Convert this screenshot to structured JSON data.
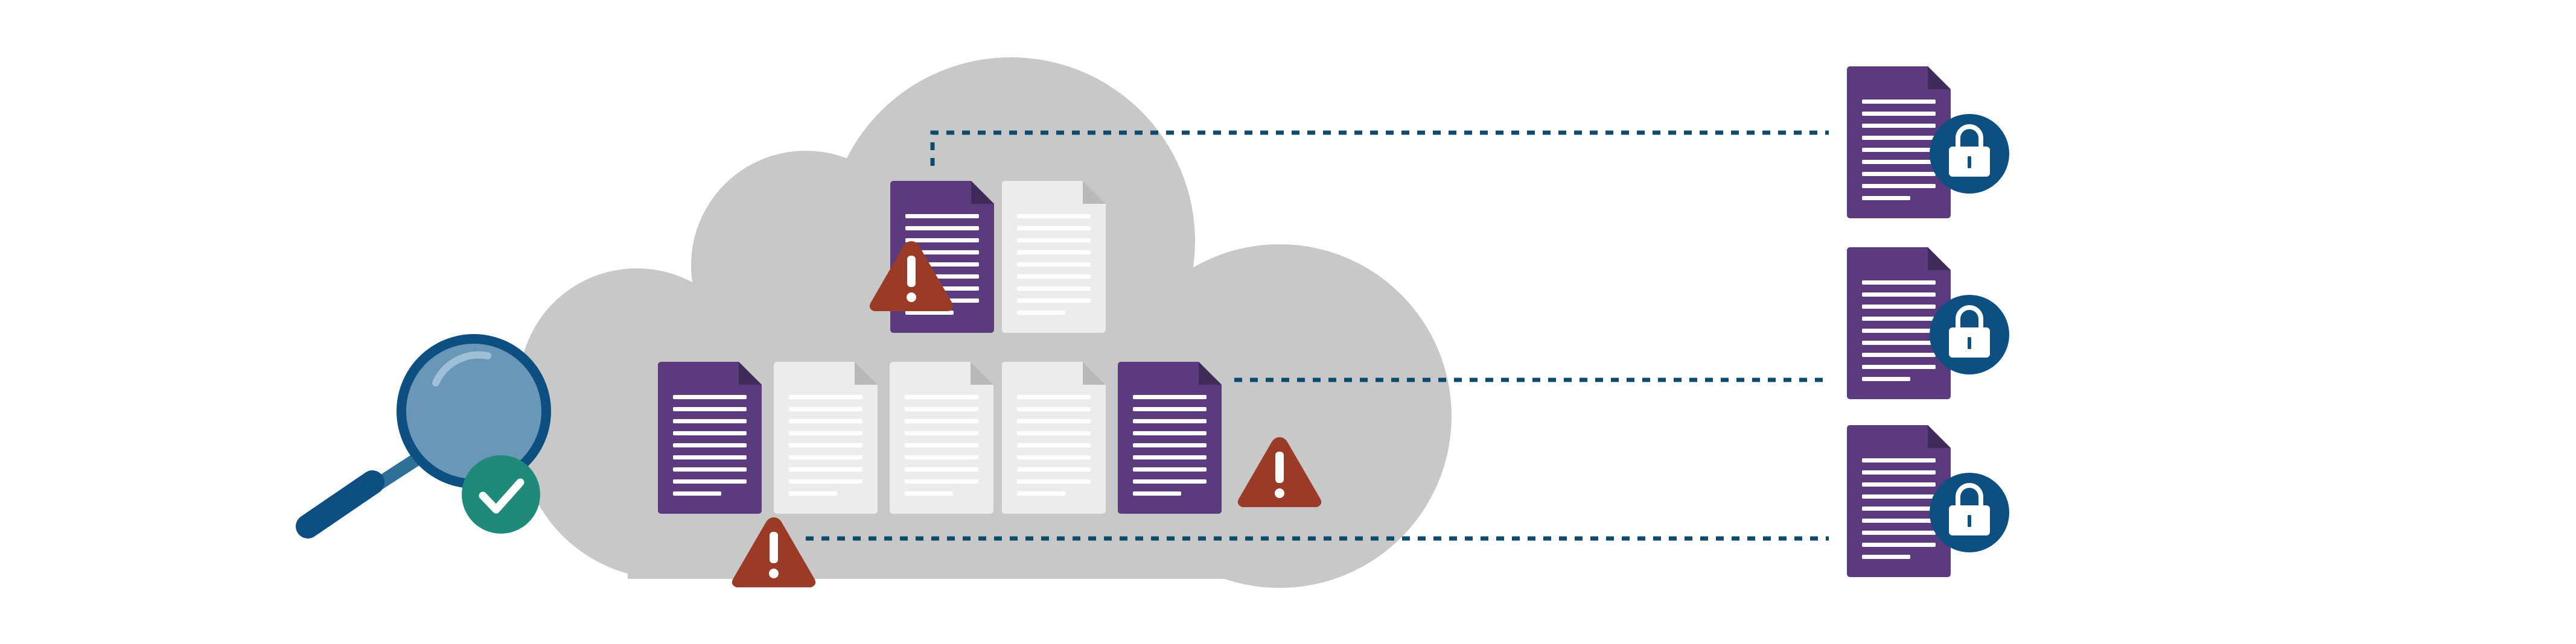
{
  "colors": {
    "background": "#ffffff",
    "cloud": "#c8c8c8",
    "sensitive_doc": "#5b3b7d",
    "sensitive_doc_fold": "#3f2a5a",
    "plain_doc": "#ececec",
    "plain_doc_fold": "#b9b9b9",
    "doc_lines_on_sensitive": "#ffffff",
    "doc_lines_on_plain": "#ffffff",
    "warning": "#9b3b27",
    "warning_mark": "#ffffff",
    "connector": "#0c4a6e",
    "lock_badge": "#0c4f80",
    "magnifier_frame": "#0c4f80",
    "magnifier_lens": "#6a97b7",
    "magnifier_handle": "#0c4f80",
    "check_badge": "#1f8a7a"
  },
  "icons": {
    "cloud": "cloud-shape",
    "sensitive_document": "document-icon",
    "plain_document": "document-icon",
    "warning": "warning-triangle-icon",
    "lock": "padlock-icon",
    "magnifier": "magnifying-glass-icon",
    "check": "checkmark-icon"
  },
  "cloud_documents": [
    {
      "id": "top-sensitive",
      "kind": "sensitive",
      "flagged": true
    },
    {
      "id": "top-plain",
      "kind": "plain",
      "flagged": false
    },
    {
      "id": "row-1",
      "kind": "sensitive",
      "flagged": true
    },
    {
      "id": "row-2",
      "kind": "plain",
      "flagged": false
    },
    {
      "id": "row-3",
      "kind": "plain",
      "flagged": false
    },
    {
      "id": "row-4",
      "kind": "plain",
      "flagged": false
    },
    {
      "id": "row-5",
      "kind": "sensitive",
      "flagged": true
    }
  ],
  "secured_documents": [
    {
      "id": "secured-1",
      "locked": true,
      "source": "top-sensitive"
    },
    {
      "id": "secured-2",
      "locked": true,
      "source": "row-5"
    },
    {
      "id": "secured-3",
      "locked": true,
      "source": "row-1"
    }
  ],
  "scanner": {
    "status": "verified"
  }
}
